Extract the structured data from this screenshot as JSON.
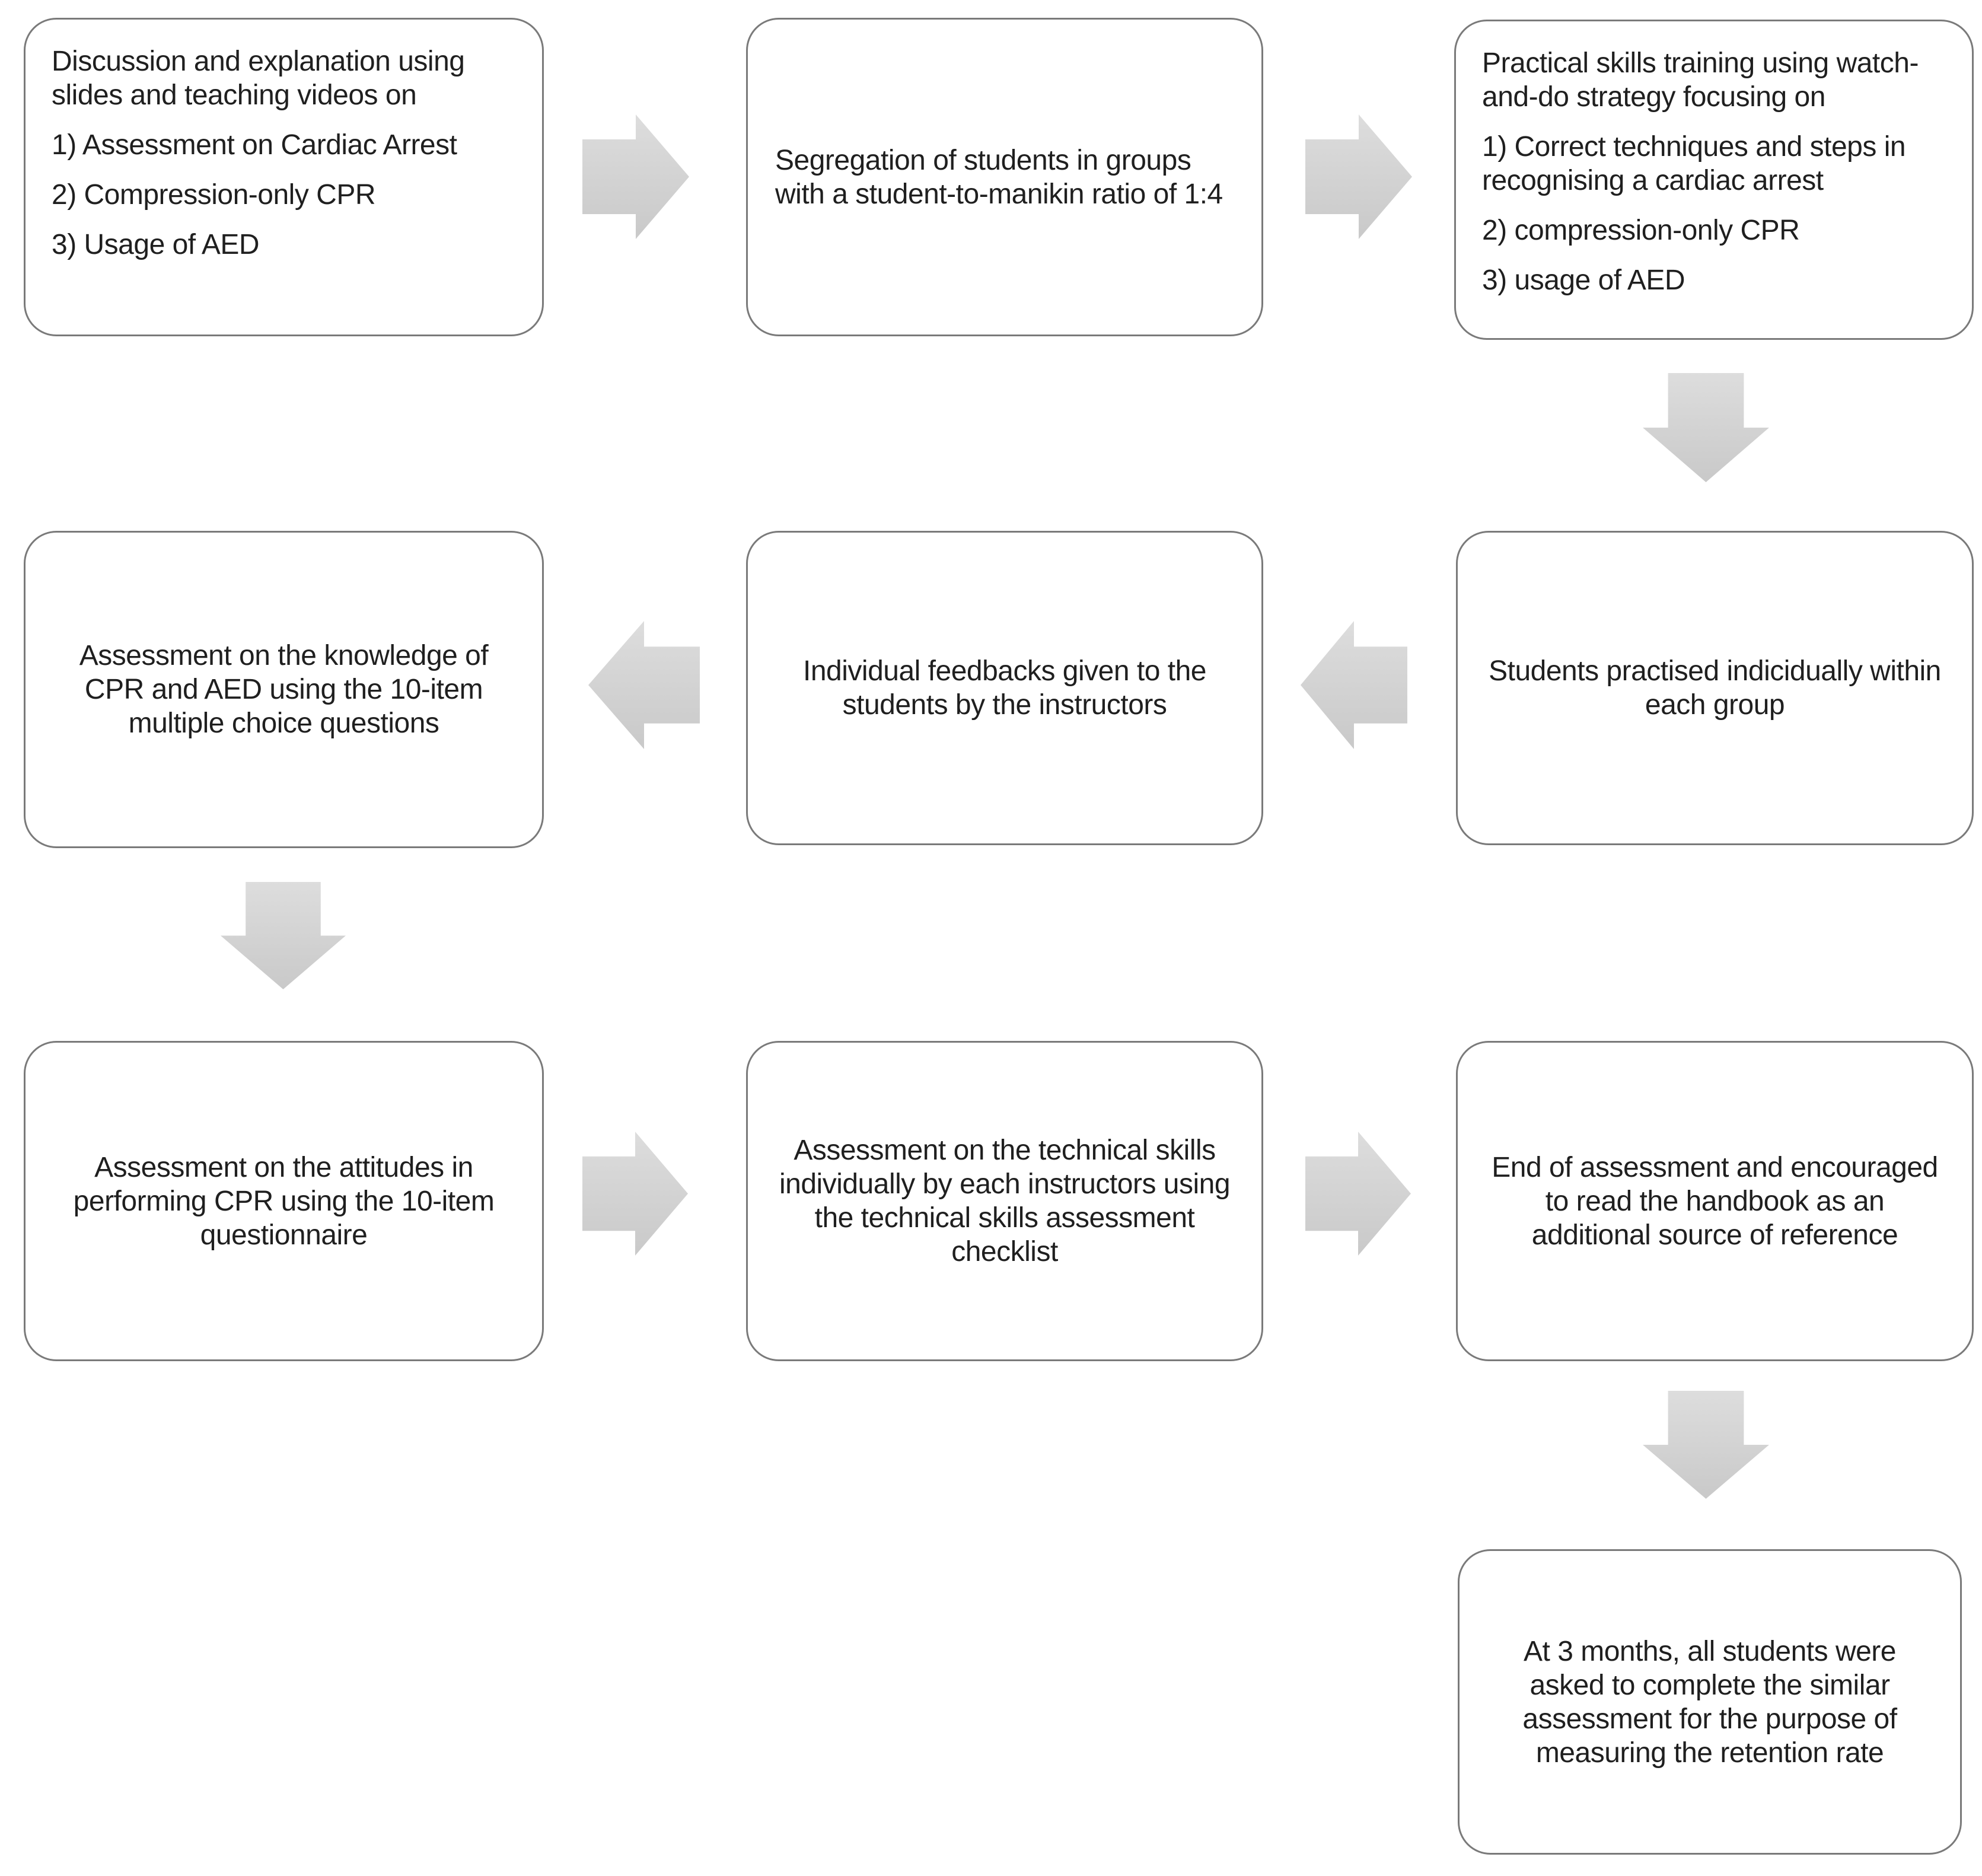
{
  "page": {
    "background": "#ffffff"
  },
  "colors": {
    "box_border": "#7a7a7a",
    "box_fill": "#ffffff",
    "arrow_fill_top": "#dddddd",
    "arrow_fill_bottom": "#c9c9c9",
    "text": "#1f1f1f"
  },
  "flowchart": {
    "type": "flowchart",
    "boxes": [
      {
        "name": "step-1",
        "paragraphs": [
          "Discussion and explanation using slides and teaching videos on",
          "1) Assessment on Cardiac Arrest",
          "2) Compression-only CPR",
          "3) Usage of AED"
        ]
      },
      {
        "name": "step-2",
        "paragraphs": [
          "Segregation of students in groups with a student-to-manikin ratio of 1:4"
        ]
      },
      {
        "name": "step-3",
        "paragraphs": [
          "Practical skills training using watch-and-do strategy focusing on",
          "1) Correct techniques and steps in recognising a cardiac arrest",
          "2) compression-only CPR",
          "3) usage of AED"
        ]
      },
      {
        "name": "step-4",
        "paragraphs": [
          "Students practised indicidually within each group"
        ]
      },
      {
        "name": "step-5",
        "paragraphs": [
          "Individual feedbacks given to the students by the instructors"
        ]
      },
      {
        "name": "step-6",
        "paragraphs": [
          "Assessment on the knowledge of CPR and AED using the 10-item multiple choice questions"
        ]
      },
      {
        "name": "step-7",
        "paragraphs": [
          "Assessment on the attitudes in performing CPR using the 10-item questionnaire"
        ]
      },
      {
        "name": "step-8",
        "paragraphs": [
          "Assessment on the technical skills individually by each instructors using the technical skills assessment checklist"
        ]
      },
      {
        "name": "step-9",
        "paragraphs": [
          "End of assessment and encouraged to read the handbook as an additional source of reference"
        ]
      },
      {
        "name": "step-10",
        "paragraphs": [
          "At 3 months, all students were asked to complete the similar assessment for the purpose of measuring the retention rate"
        ]
      }
    ],
    "arrows": [
      {
        "direction": "right"
      },
      {
        "direction": "right"
      },
      {
        "direction": "down"
      },
      {
        "direction": "left"
      },
      {
        "direction": "left"
      },
      {
        "direction": "down"
      },
      {
        "direction": "right"
      },
      {
        "direction": "right"
      },
      {
        "direction": "down"
      }
    ]
  }
}
